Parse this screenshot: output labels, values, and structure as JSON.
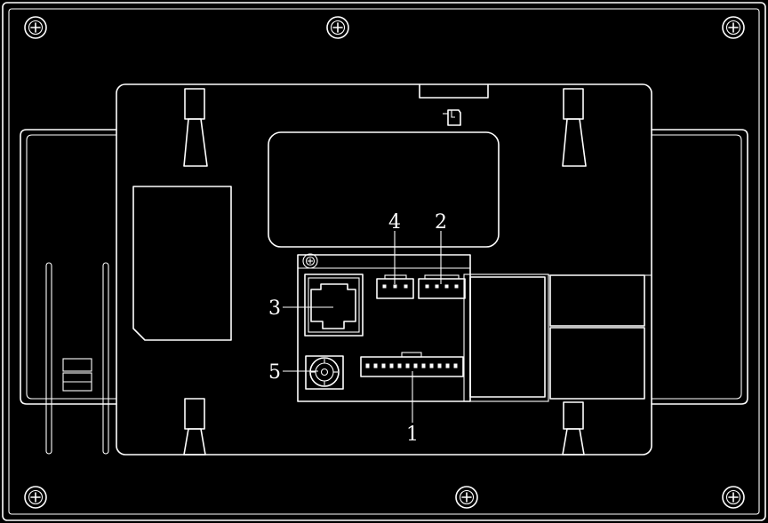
{
  "colors": {
    "background": "#000000",
    "stroke": "#ffffff"
  },
  "callouts": {
    "c1": "1",
    "c2": "2",
    "c3": "3",
    "c4": "4",
    "c5": "5"
  },
  "icons": {
    "screw": "screw-icon",
    "sd_card": "sd-card-icon"
  }
}
